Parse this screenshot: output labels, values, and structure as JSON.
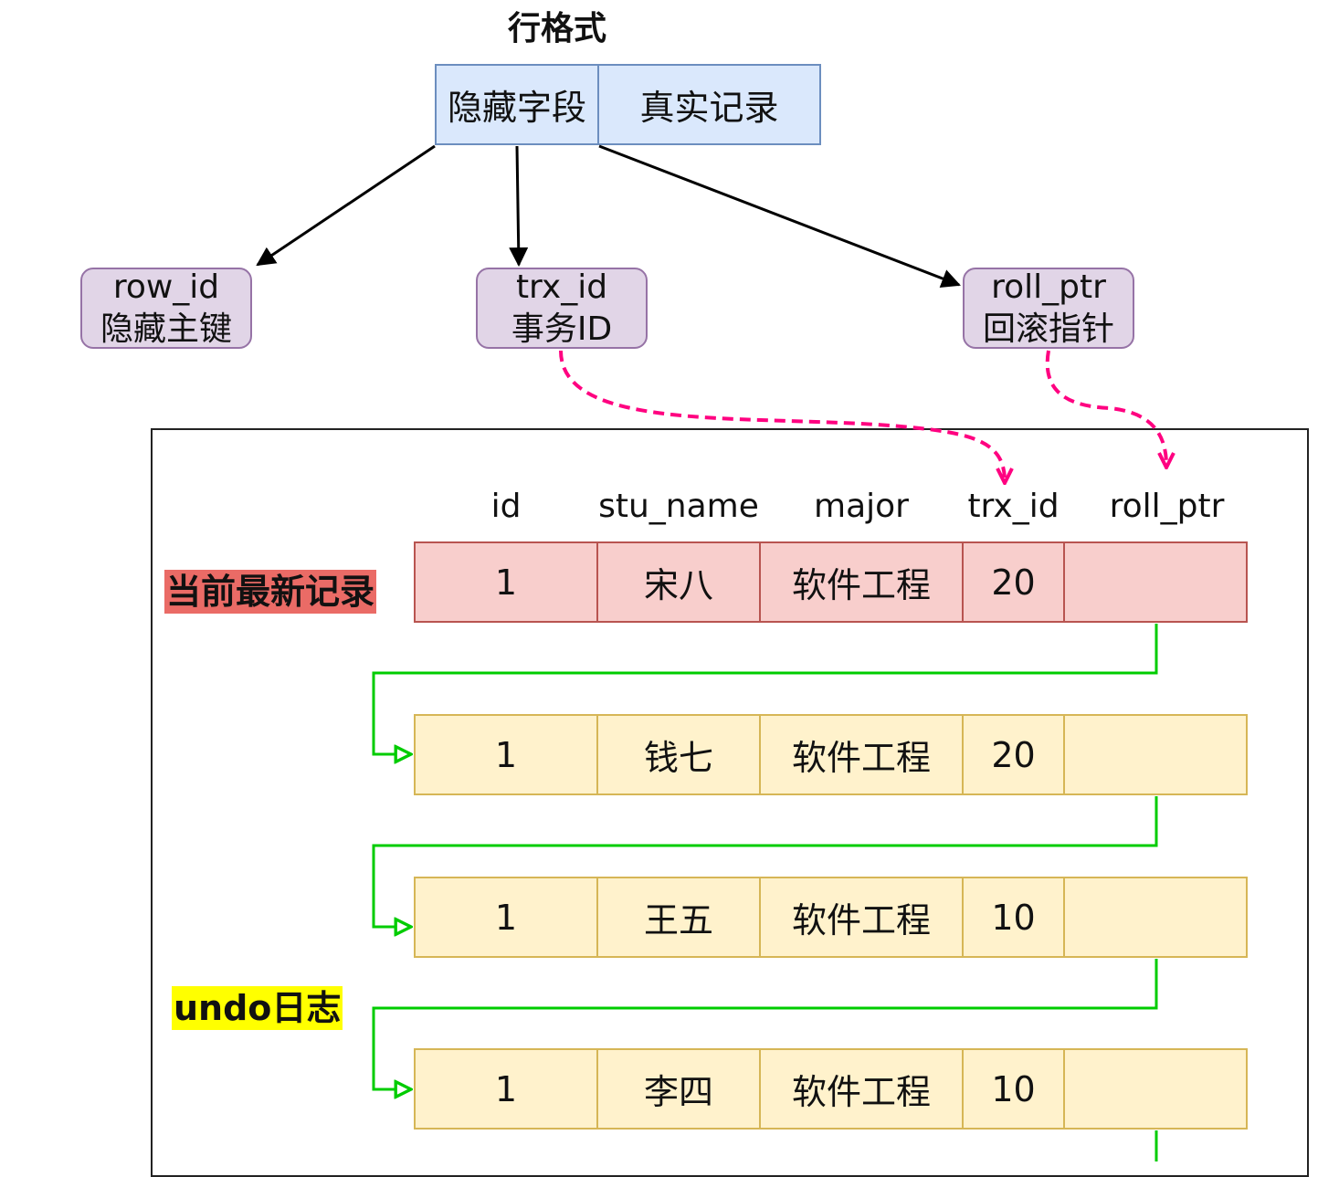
{
  "title": "行格式",
  "row_format": {
    "hidden_fields": "隐藏字段",
    "real_record": "真实记录"
  },
  "fields": [
    {
      "name": "row_id",
      "desc": "隐藏主键"
    },
    {
      "name": "trx_id",
      "desc": "事务ID"
    },
    {
      "name": "roll_ptr",
      "desc": "回滚指针"
    }
  ],
  "table": {
    "columns": [
      "id",
      "stu_name",
      "major",
      "trx_id",
      "roll_ptr"
    ],
    "current_label": "当前最新记录",
    "undo_label": "undo日志",
    "rows": [
      {
        "id": "1",
        "stu_name": "宋八",
        "major": "软件工程",
        "trx_id": "20",
        "roll_ptr": ""
      },
      {
        "id": "1",
        "stu_name": "钱七",
        "major": "软件工程",
        "trx_id": "20",
        "roll_ptr": ""
      },
      {
        "id": "1",
        "stu_name": "王五",
        "major": "软件工程",
        "trx_id": "10",
        "roll_ptr": ""
      },
      {
        "id": "1",
        "stu_name": "李四",
        "major": "软件工程",
        "trx_id": "10",
        "roll_ptr": ""
      }
    ]
  },
  "colors": {
    "row_format_fill": "#dae8fc",
    "field_fill": "#e1d5e7",
    "current_fill": "#f8cecc",
    "undo_fill": "#fff2cc",
    "link_line": "#00cc00",
    "pointer_line": "#ff0080",
    "current_label_bg": "#ea6b66",
    "undo_label_bg": "#ffff00"
  }
}
